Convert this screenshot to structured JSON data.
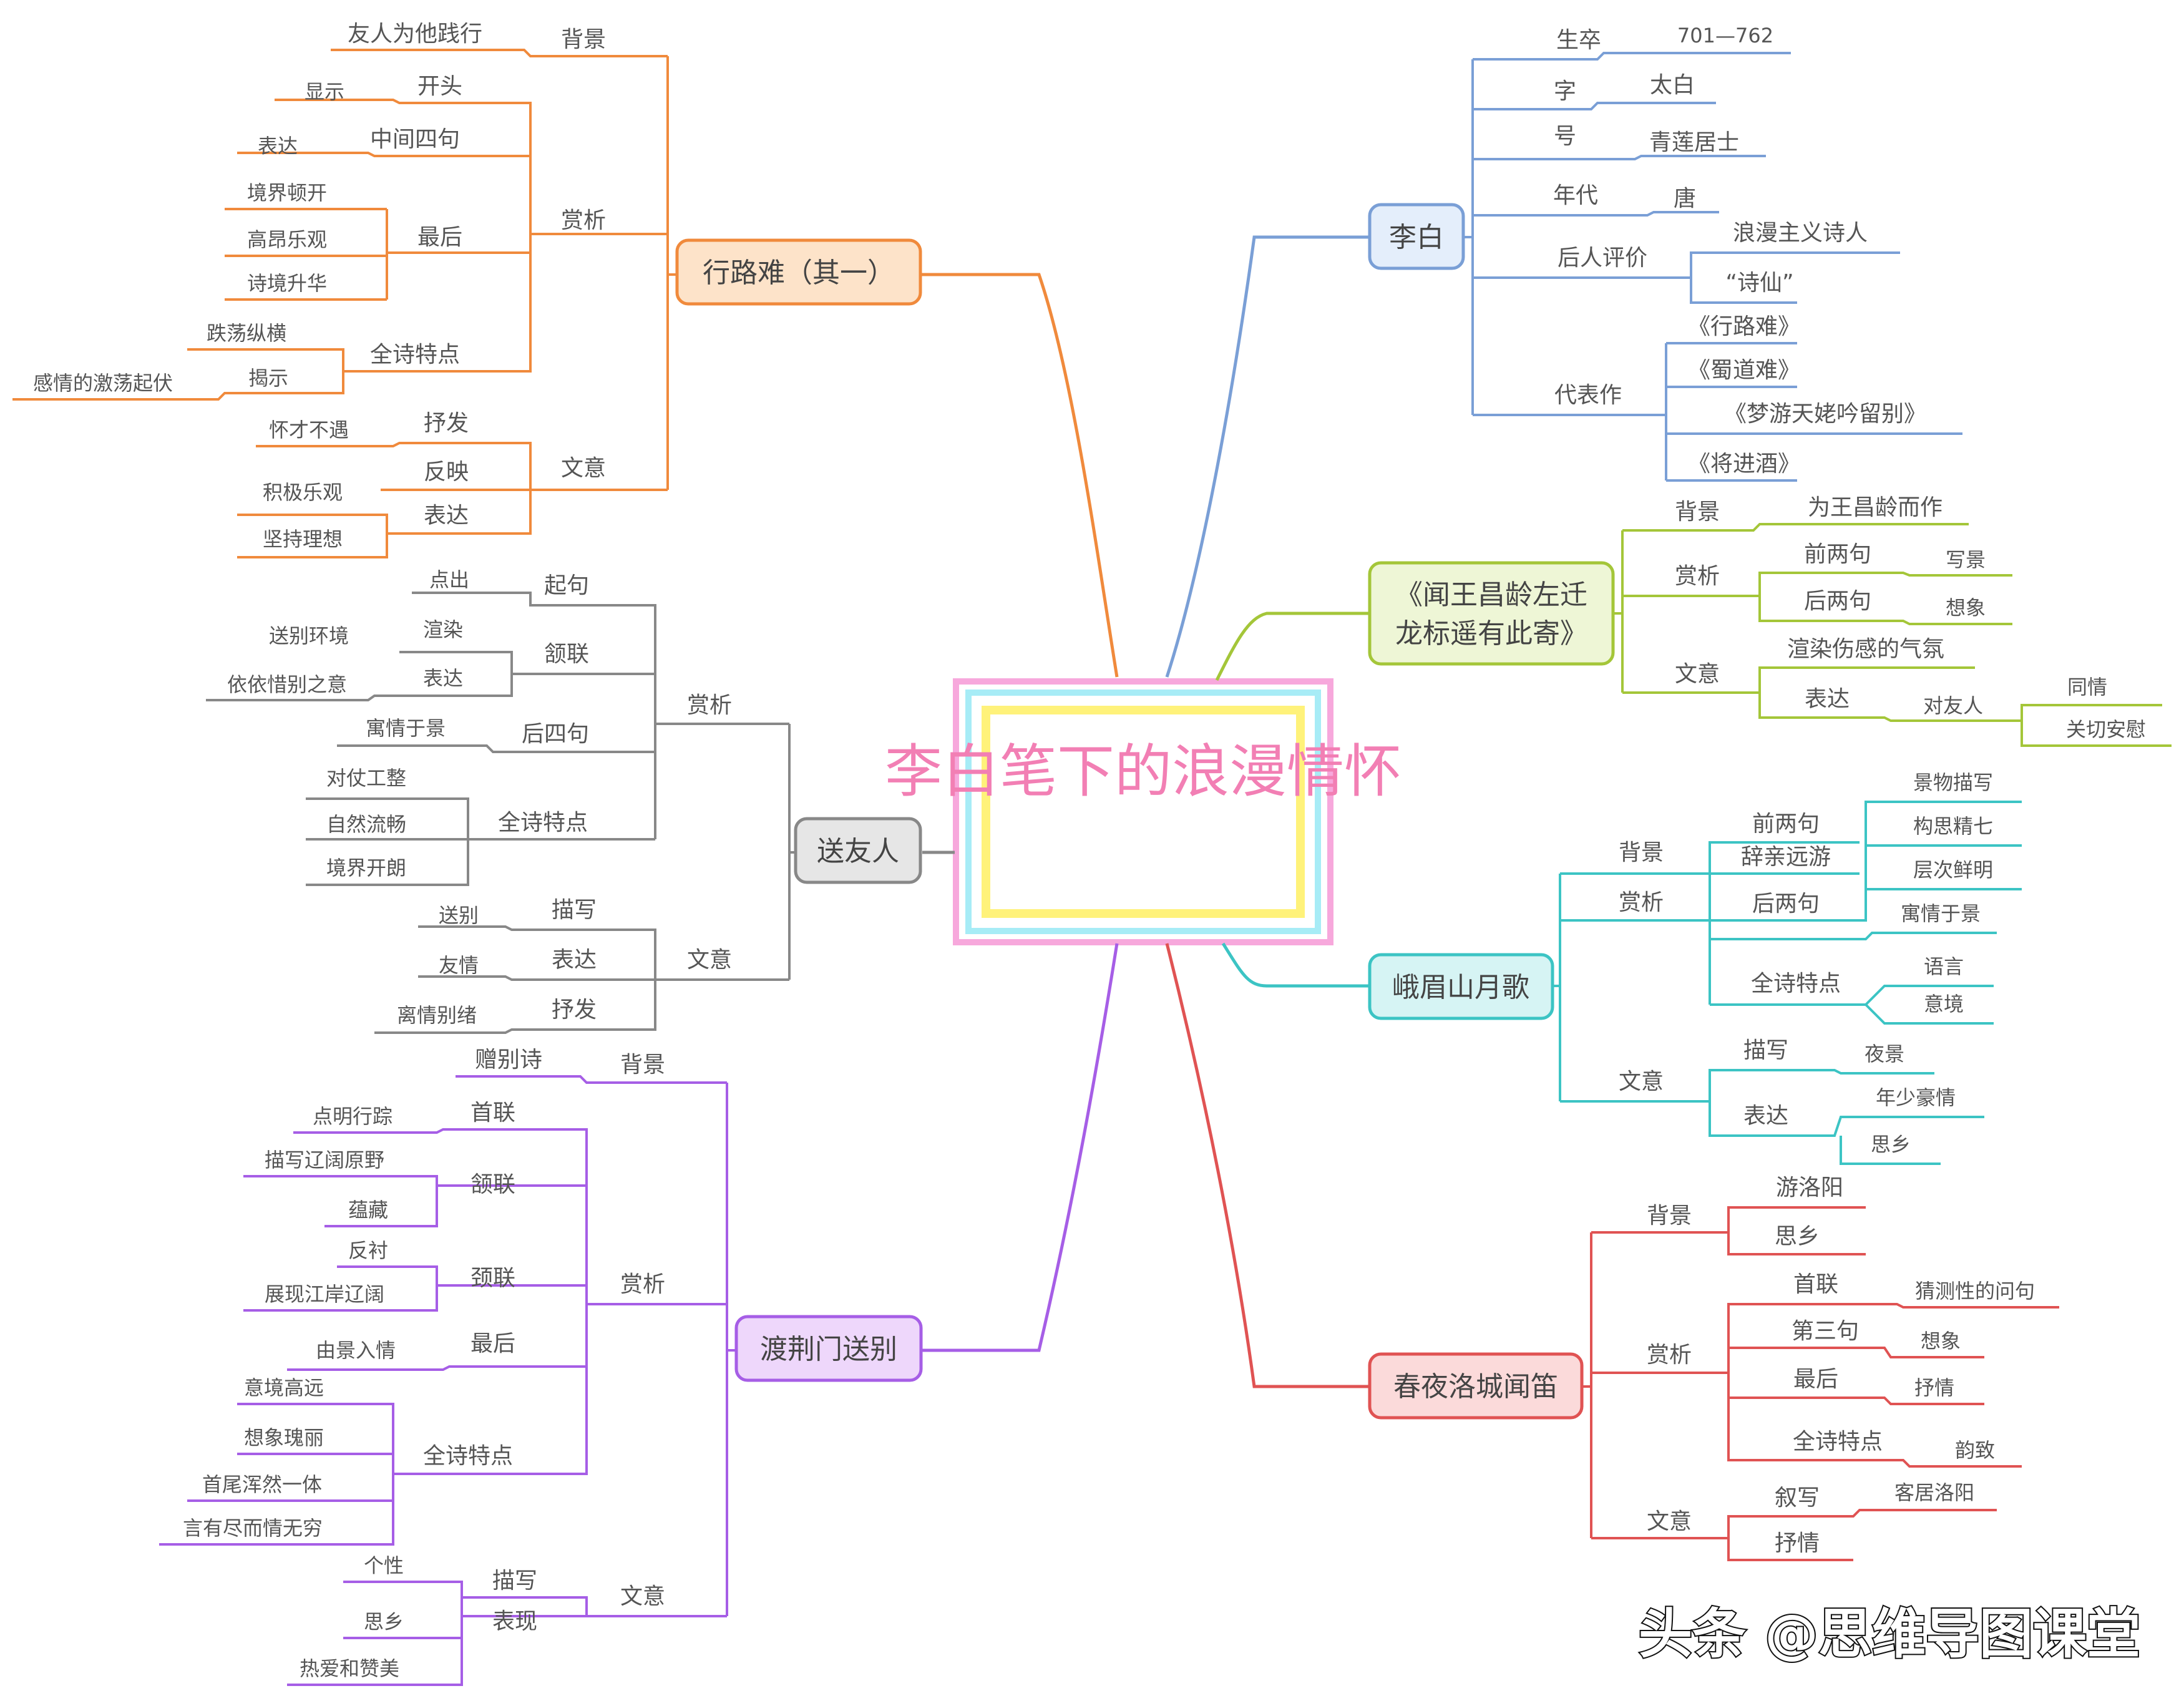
{
  "title": "李白笔下的浪漫情怀",
  "colors": {
    "orange": "#f08a3c",
    "blue": "#7a9fd6",
    "green": "#a4c639",
    "teal": "#3cc4c4",
    "red": "#e05353",
    "purple": "#a65ee6",
    "gray": "#888888",
    "center_pink": "#f7a8dc",
    "center_cyan": "#a7ecf6",
    "center_yellow": "#fff27a",
    "title_text": "#f27fb4"
  },
  "branches": {
    "xinglunan": {
      "label": "行路难（其一）",
      "bg": "背景",
      "bg_detail": "友人为他践行",
      "shangxi": "赏析",
      "kaitou": "开头",
      "xianshi": "显示",
      "zhongjian": "中间四句",
      "biaoda1": "表达",
      "zuihou": "最后",
      "jingjie": "境界顿开",
      "gaoang": "高昂乐观",
      "shijing": "诗境升华",
      "tedian": "全诗特点",
      "tiedang": "跌荡纵横",
      "jieshi": "揭示",
      "jidang": "感情的激荡起伏",
      "wenyi": "文意",
      "shufa": "抒发",
      "huaicai": "怀才不遇",
      "fanying": "反映",
      "biaoda2": "表达",
      "jiji": "积极乐观",
      "jianchi": "坚持理想"
    },
    "songyouren": {
      "label": "送友人",
      "shangxi": "赏析",
      "qiju": "起句",
      "dianchu": "点出",
      "hanlian": "颔联",
      "xuanran": "渲染",
      "songbie_hj": "送别环境",
      "biaoda": "表达",
      "yiyi": "依依惜别之意",
      "housiju": "后四句",
      "yuqing": "寓情于景",
      "tedian": "全诗特点",
      "duizhang": "对仗工整",
      "ziran": "自然流畅",
      "jingjie": "境界开朗",
      "wenyi": "文意",
      "miaoxie": "描写",
      "songbie": "送别",
      "biaoda2": "表达",
      "youqing": "友情",
      "shufa": "抒发",
      "liqing": "离情别绪"
    },
    "dujingmen": {
      "label": "渡荆门送别",
      "bg": "背景",
      "bg_detail": "赠别诗",
      "shangxi": "赏析",
      "shoulian": "首联",
      "dianming": "点明行踪",
      "hanlian": "颔联",
      "miaoxie_lk": "描写辽阔原野",
      "yuncang": "蕴藏",
      "jinglian": "颈联",
      "fanchen": "反衬",
      "zhanxian": "展现江岸辽阔",
      "zuihou": "最后",
      "youjing": "由景入情",
      "tedian": "全诗特点",
      "yijing": "意境高远",
      "xiangxiang": "想象瑰丽",
      "shouwei": "首尾浑然一体",
      "yanyou": "言有尽而情无穷",
      "wenyi": "文意",
      "miaoxie": "描写",
      "gexing": "个性",
      "biaoxian": "表现",
      "sixiang": "思乡",
      "reai": "热爱和赞美"
    },
    "libai": {
      "label": "李白",
      "shengzu": "生卒",
      "shengzu_val": "701—762",
      "zi": "字",
      "zi_val": "太白",
      "hao": "号",
      "hao_val": "青莲居士",
      "niandai": "年代",
      "niandai_val": "唐",
      "pingjia": "后人评价",
      "pingjia_1": "浪漫主义诗人",
      "pingjia_2": "“诗仙”",
      "daibiao": "代表作",
      "zuo_1": "《行路难》",
      "zuo_2": "《蜀道难》",
      "zuo_3": "《梦游天姥吟留别》",
      "zuo_4": "《将进酒》"
    },
    "wenwang": {
      "label_line1": "《闻王昌龄左迁",
      "label_line2": "龙标遥有此寄》",
      "bg": "背景",
      "bg_detail": "为王昌龄而作",
      "shangxi": "赏析",
      "qianliang": "前两句",
      "xiejing": "写景",
      "houliang": "后两句",
      "xiangxiang": "想象",
      "wenyi": "文意",
      "xuanran": "渲染伤感的气氛",
      "biaoda": "表达",
      "duiyouren": "对友人",
      "tongqing": "同情",
      "guanqie": "关切安慰"
    },
    "emei": {
      "label": "峨眉山月歌",
      "bg": "背景",
      "bg_detail": "辞亲远游",
      "shangxi": "赏析",
      "qianliang": "前两句",
      "jingwu": "景物描写",
      "gousi": "构思精七",
      "cengci": "层次鲜明",
      "houliang": "后两句",
      "yuqing": "寓情于景",
      "tedian": "全诗特点",
      "yuyan": "语言",
      "yijing": "意境",
      "wenyi": "文意",
      "miaoxie": "描写",
      "yejing": "夜景",
      "biaoda": "表达",
      "nianshao": "年少豪情",
      "sixiang": "思乡"
    },
    "chunye": {
      "label": "春夜洛城闻笛",
      "bg": "背景",
      "youluoyang": "游洛阳",
      "sixiang": "思乡",
      "shangxi": "赏析",
      "shoulian": "首联",
      "caice": "猜测性的问句",
      "disan": "第三句",
      "xiangxiang": "想象",
      "zuihou": "最后",
      "shuqing1": "抒情",
      "tedian": "全诗特点",
      "yunzhi": "韵致",
      "wenyi": "文意",
      "xuxie": "叙写",
      "keju": "客居洛阳",
      "shuqing2": "抒情"
    }
  },
  "watermark": "头条 @思维导图课堂"
}
